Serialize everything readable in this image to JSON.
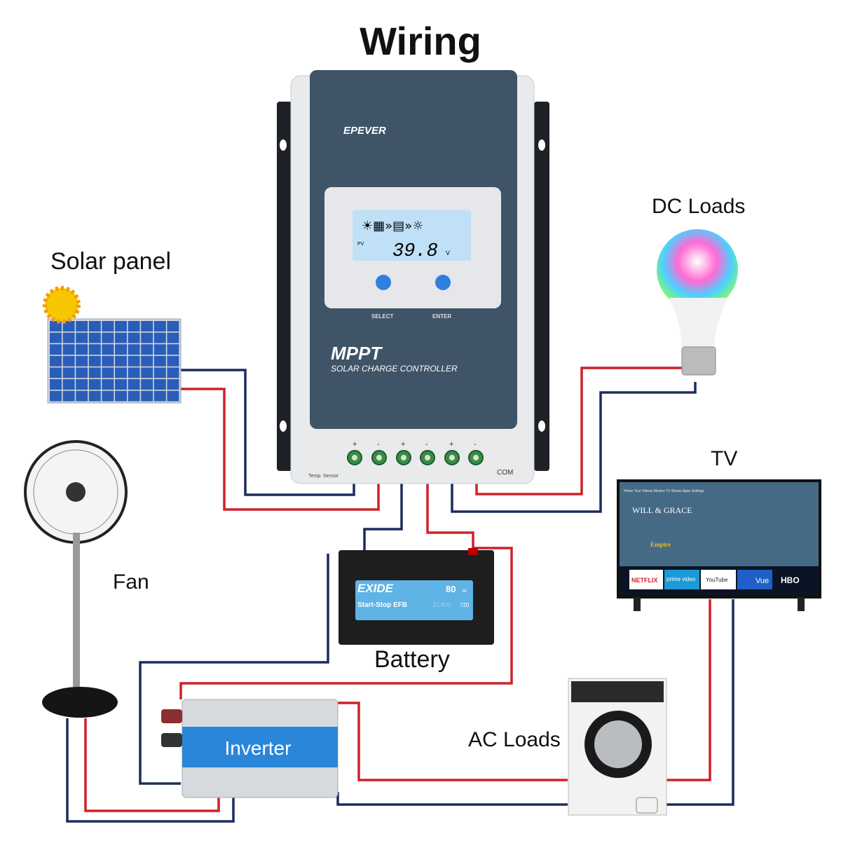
{
  "title": "Wiring",
  "labels": {
    "solar_panel": "Solar panel",
    "dc_loads": "DC Loads",
    "tv": "TV",
    "fan": "Fan",
    "battery": "Battery",
    "ac_loads": "AC Loads",
    "inverter": "Inverter"
  },
  "controller": {
    "brand": "EPEVER",
    "model": "MPPT",
    "subtitle": "SOLAR CHARGE CONTROLLER",
    "lcd_mode": "PV",
    "lcd_value": "39.8",
    "lcd_unit": "V",
    "button_select": "SELECT",
    "button_enter": "ENTER",
    "temp_sensor": "Temp. Sensor",
    "com": "COM",
    "terminal_signs": [
      "+",
      "-",
      "+",
      "-",
      "+",
      "-"
    ]
  },
  "battery": {
    "brand": "EXIDE",
    "line": "Start-Stop EFB",
    "capacity": "80",
    "capacity_unit": "Ah",
    "code": "EL800",
    "cca": "720"
  },
  "tv_screen": {
    "nav": [
      "Home",
      "Your Videos",
      "Movies",
      "TV Shows",
      "Apps",
      "Settings"
    ],
    "feature": "WILL & GRACE",
    "row_title": "Empire",
    "apps": [
      "NETFLIX",
      "prime video",
      "YouTube",
      "Vue",
      "HBO"
    ]
  },
  "colors": {
    "positive_wire": "#d0202a",
    "negative_wire": "#1b2d5c",
    "controller_front": "#3f5466",
    "lcd": "#bfe0f7",
    "button": "#2f7fe0",
    "inverter_band": "#2a86d8"
  }
}
